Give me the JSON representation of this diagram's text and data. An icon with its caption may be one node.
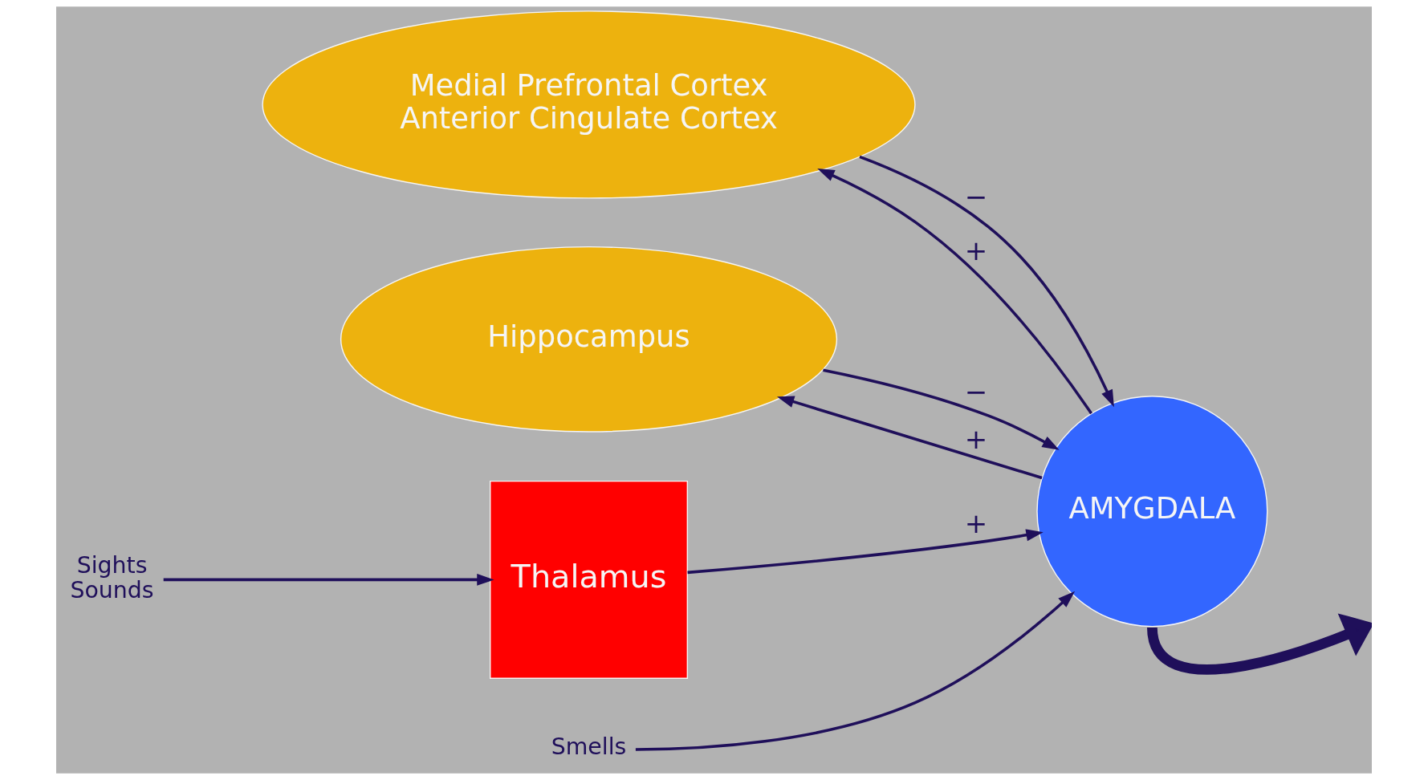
{
  "diagram": {
    "nodes": [
      {
        "text": [
          "Medial Prefrontal Cortex",
          "Anterior Cingulate Cortex"
        ]
      },
      {
        "text": [
          "AMYGDALA"
        ]
      },
      {
        "text": [
          "Hippocampus"
        ]
      },
      {
        "text": [
          "Thalamus"
        ]
      },
      {
        "text": [
          "Sights",
          "Sounds"
        ]
      },
      {
        "text": [
          "Smells"
        ]
      }
    ],
    "edges": [
      {
        "from": 1,
        "to": 0,
        "arrow": "to",
        "label": "+"
      },
      {
        "from": 0,
        "to": 1,
        "arrow": "to",
        "label": "−"
      },
      {
        "from": 1,
        "to": 2,
        "arrow": "to",
        "label": "+"
      },
      {
        "from": 2,
        "to": 1,
        "arrow": "to",
        "label": "−"
      },
      {
        "from": 3,
        "to": 1,
        "arrow": "to",
        "label": "+"
      },
      {
        "from": 4,
        "to": 3,
        "arrow": "to"
      },
      {
        "from": 5,
        "to": 1,
        "arrow": "to"
      },
      {
        "from": 1,
        "to": null,
        "arrow": "to",
        "style": "thick"
      }
    ]
  }
}
